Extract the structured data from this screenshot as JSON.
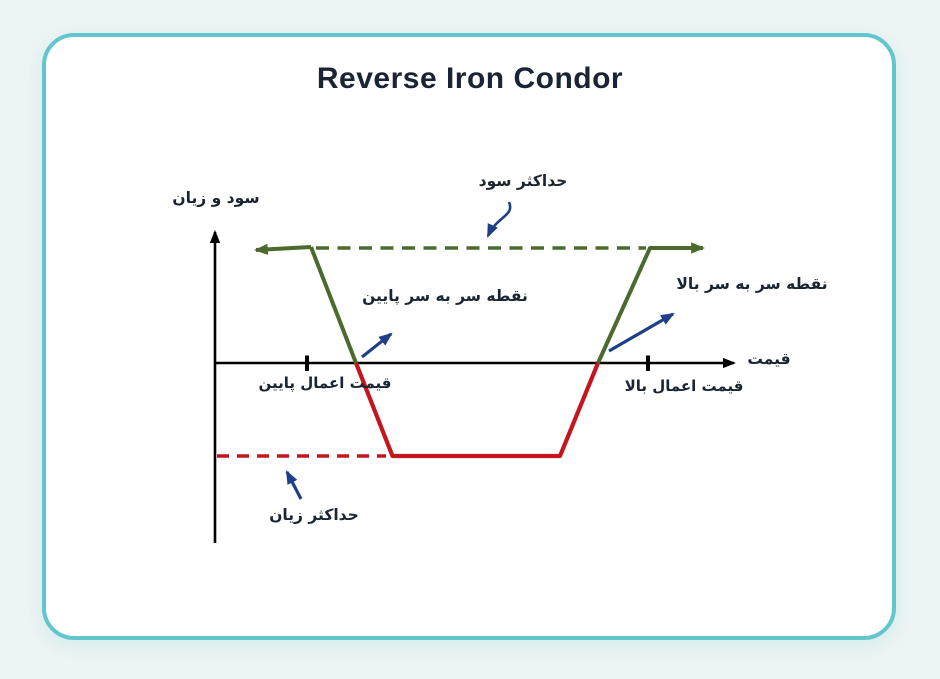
{
  "card": {
    "title": "Reverse Iron Condor"
  },
  "labels": {
    "y_axis": "سود و زیان",
    "x_axis": "قیمت",
    "max_profit": "حداکثر سود",
    "max_loss": "حداکثر زیان",
    "lower_breakeven": "نقطه سر به سر پایین",
    "upper_breakeven": "نقطه سر به سر بالا",
    "lower_strike": "قیمت اعمال پایین",
    "upper_strike": "قیمت اعمال بالا"
  },
  "colors": {
    "background": "#edf4f4",
    "card_border": "#63c6ce",
    "card_fill": "#ffffff",
    "title_text": "#1b2435",
    "label_text": "#1a2433",
    "profit_line": "#4a6b2d",
    "loss_line": "#c4161f",
    "annotation_arrow": "#1e3f87",
    "axis": "#000000"
  },
  "chart_data": {
    "type": "line",
    "title": "Reverse Iron Condor",
    "xlabel": "قیمت",
    "ylabel": "سود و زیان",
    "grid": false,
    "legend": "none",
    "x_ticks": [
      {
        "label": "قیمت اعمال پایین",
        "x_rel": 0.18
      },
      {
        "label": "قیمت اعمال بالا",
        "x_rel": 0.83
      }
    ],
    "ylim_rel": [
      -1,
      1
    ],
    "series": [
      {
        "name": "payoff",
        "segments": [
          {
            "color": "#4a6b2d",
            "style": "solid",
            "points_rel": [
              [
                0.07,
                1
              ],
              [
                0.18,
                1
              ],
              [
                0.27,
                0
              ]
            ],
            "note": "left max-profit plateau with left arrow, descends at lower strike to lower breakeven"
          },
          {
            "color": "#c4161f",
            "style": "solid",
            "points_rel": [
              [
                0.27,
                0
              ],
              [
                0.34,
                -1
              ],
              [
                0.66,
                -1
              ],
              [
                0.73,
                0
              ]
            ],
            "note": "loss trough between breakevens"
          },
          {
            "color": "#4a6b2d",
            "style": "solid",
            "points_rel": [
              [
                0.73,
                0
              ],
              [
                0.83,
                1
              ],
              [
                0.95,
                1
              ]
            ],
            "note": "rises to upper strike, right max-profit plateau with right arrow"
          }
        ]
      }
    ],
    "reference_lines": [
      {
        "label": "حداکثر سود",
        "y_rel": 1,
        "style": "dashed",
        "color": "#4a6b2d",
        "x_span_rel": [
          0.18,
          0.83
        ]
      },
      {
        "label": "حداکثر زیان",
        "y_rel": -1,
        "style": "dashed",
        "color": "#c4161f",
        "x_span_rel": [
          0.0,
          0.33
        ]
      }
    ],
    "annotations": [
      {
        "text": "حداکثر سود",
        "arrow": "curved, points down to max-profit dashed line"
      },
      {
        "text": "نقطه سر به سر پایین",
        "arrow": "points up-right from lower breakeven on x-axis"
      },
      {
        "text": "نقطه سر به سر بالا",
        "arrow": "points up-right from upper breakeven on x-axis"
      },
      {
        "text": "حداکثر زیان",
        "arrow": "points up-left to max-loss dashed line"
      }
    ]
  }
}
